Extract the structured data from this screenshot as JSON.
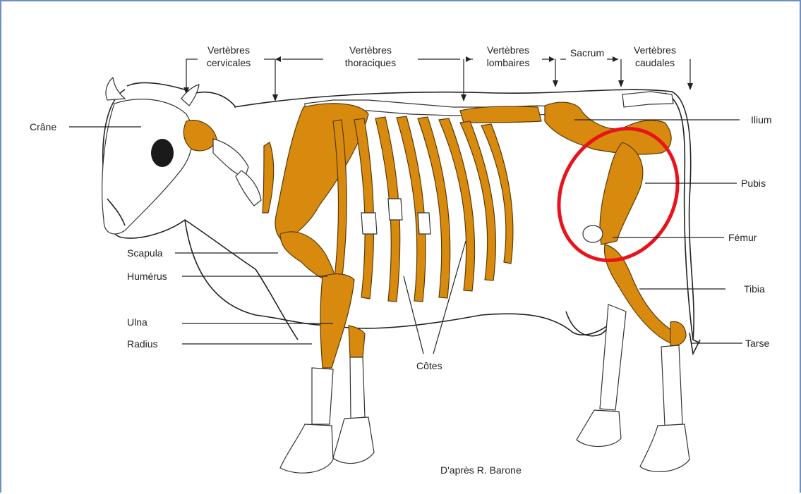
{
  "regions": [
    {
      "id": "cerv",
      "l1": "Vertèbres",
      "l2": "cervicales"
    },
    {
      "id": "thor",
      "l1": "Vertèbres",
      "l2": "thoraciques"
    },
    {
      "id": "lomb",
      "l1": "Vertèbres",
      "l2": "lombaires"
    },
    {
      "id": "sacr",
      "l1": "Sacrum",
      "l2": ""
    },
    {
      "id": "caud",
      "l1": "Vertèbres",
      "l2": "caudales"
    }
  ],
  "labels": {
    "crane": "Crâne",
    "scapula": "Scapula",
    "humerus": "Humérus",
    "ulna": "Ulna",
    "radius": "Radius",
    "cotes": "Côtes",
    "ilium": "Ilium",
    "pubis": "Pubis",
    "femur": "Fémur",
    "tibia": "Tibia",
    "tarse": "Tarse"
  },
  "credit": "D'après R. Barone",
  "colors": {
    "bone": "#d88a0f",
    "highlight": "#e8131b",
    "frame": "#6e8fc4"
  },
  "highlight_target": "Fémur / hip region circled"
}
